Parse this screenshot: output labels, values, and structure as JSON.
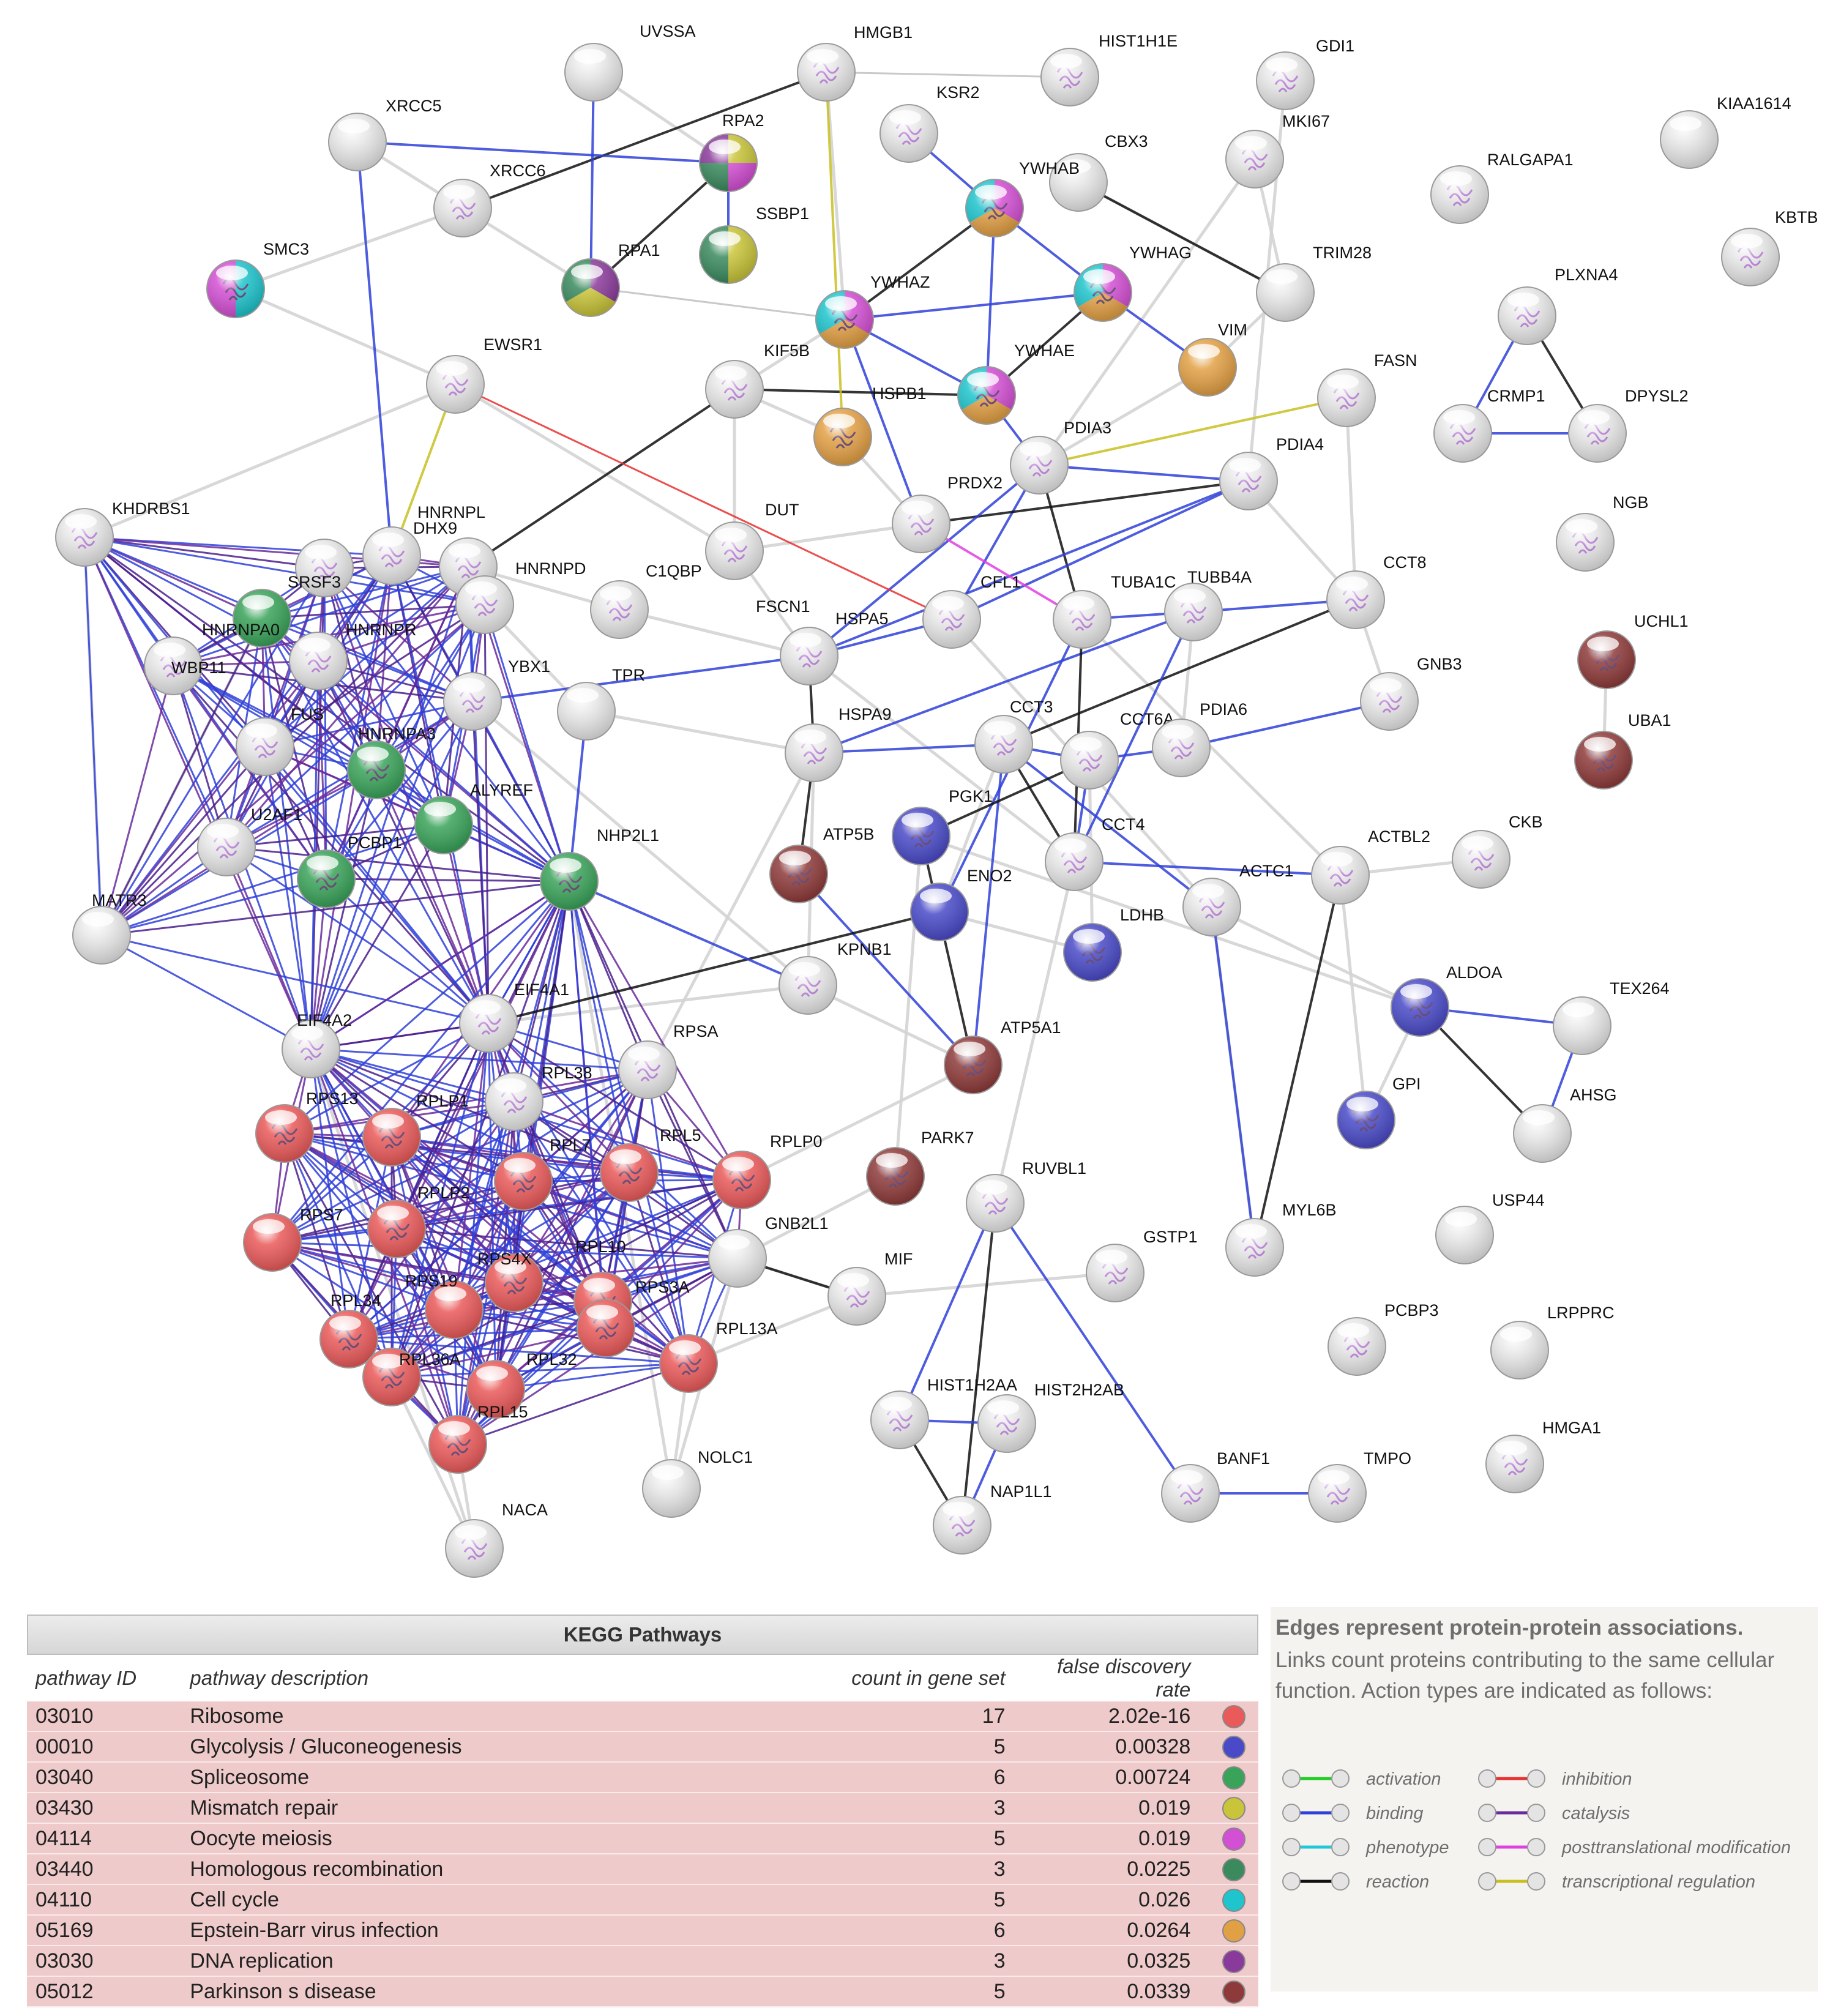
{
  "network": {
    "proteins": [
      {
        "id": "UVSSA",
        "color": "white",
        "dot": "plain"
      },
      {
        "id": "HMGB1",
        "color": "white",
        "dot": "struct"
      },
      {
        "id": "HIST1H1E",
        "color": "white",
        "dot": "struct"
      },
      {
        "id": "GDI1",
        "color": "white",
        "dot": "struct"
      },
      {
        "id": "KIAA1614",
        "color": "white",
        "dot": "plain"
      },
      {
        "id": "XRCC5",
        "color": "white",
        "dot": "plain"
      },
      {
        "id": "RPA2",
        "color": "mixed",
        "dot": "plain"
      },
      {
        "id": "KSR2",
        "color": "white",
        "dot": "struct"
      },
      {
        "id": "MKI67",
        "color": "white",
        "dot": "struct"
      },
      {
        "id": "RALGAPA1",
        "color": "white",
        "dot": "struct"
      },
      {
        "id": "KBTB",
        "color": "white",
        "dot": "struct"
      },
      {
        "id": "XRCC6",
        "color": "white",
        "dot": "struct"
      },
      {
        "id": "CBX3",
        "color": "white",
        "dot": "plain"
      },
      {
        "id": "YWHAB",
        "color": "mixed",
        "dot": "struct"
      },
      {
        "id": "SSBP1",
        "color": "mixed",
        "dot": "plain"
      },
      {
        "id": "SMC3",
        "color": "mixed",
        "dot": "struct"
      },
      {
        "id": "RPA1",
        "color": "mixed",
        "dot": "plain"
      },
      {
        "id": "YWHAG",
        "color": "mixed",
        "dot": "struct"
      },
      {
        "id": "TRIM28",
        "color": "white",
        "dot": "plain"
      },
      {
        "id": "YWHAZ",
        "color": "mixed",
        "dot": "struct"
      },
      {
        "id": "PLXNA4",
        "color": "white",
        "dot": "struct"
      },
      {
        "id": "EWSR1",
        "color": "white",
        "dot": "struct"
      },
      {
        "id": "VIM",
        "color": "orange",
        "dot": "plain"
      },
      {
        "id": "YWHAE",
        "color": "mixed",
        "dot": "struct"
      },
      {
        "id": "KIF5B",
        "color": "white",
        "dot": "struct"
      },
      {
        "id": "FASN",
        "color": "white",
        "dot": "struct"
      },
      {
        "id": "CRMP1",
        "color": "white",
        "dot": "struct"
      },
      {
        "id": "DPYSL2",
        "color": "white",
        "dot": "struct"
      },
      {
        "id": "HSPB1",
        "color": "orange",
        "dot": "struct"
      },
      {
        "id": "PDIA3",
        "color": "white",
        "dot": "struct"
      },
      {
        "id": "PDIA4",
        "color": "white",
        "dot": "struct"
      },
      {
        "id": "KHDRBS1",
        "color": "white",
        "dot": "struct"
      },
      {
        "id": "HNRNPL",
        "color": "white",
        "dot": "struct"
      },
      {
        "id": "PRDX2",
        "color": "white",
        "dot": "struct"
      },
      {
        "id": "DHX9",
        "color": "white",
        "dot": "struct"
      },
      {
        "id": "DUT",
        "color": "white",
        "dot": "struct"
      },
      {
        "id": "NGB",
        "color": "white",
        "dot": "struct"
      },
      {
        "id": "SRSF3",
        "color": "white",
        "dot": "struct"
      },
      {
        "id": "HNRNPD",
        "color": "white",
        "dot": "struct"
      },
      {
        "id": "C1QBP",
        "color": "white",
        "dot": "struct"
      },
      {
        "id": "CFL1",
        "color": "white",
        "dot": "struct"
      },
      {
        "id": "TUBA1C",
        "color": "white",
        "dot": "struct"
      },
      {
        "id": "TUBB4A",
        "color": "white",
        "dot": "struct"
      },
      {
        "id": "CCT8",
        "color": "white",
        "dot": "struct"
      },
      {
        "id": "HNRNPA0",
        "color": "green",
        "dot": "plain"
      },
      {
        "id": "HNRNPR",
        "color": "white",
        "dot": "struct"
      },
      {
        "id": "FSCN1",
        "color": "white",
        "dot": "struct"
      },
      {
        "id": "HSPA5",
        "color": "white",
        "dot": "struct"
      },
      {
        "id": "UCHL1",
        "color": "maroon",
        "dot": "struct"
      },
      {
        "id": "WBP11",
        "color": "white",
        "dot": "struct"
      },
      {
        "id": "YBX1",
        "color": "white",
        "dot": "struct"
      },
      {
        "id": "TPR",
        "color": "white",
        "dot": "plain"
      },
      {
        "id": "GNB3",
        "color": "white",
        "dot": "struct"
      },
      {
        "id": "FUS",
        "color": "white",
        "dot": "struct"
      },
      {
        "id": "HNRNPA3",
        "color": "green",
        "dot": "struct"
      },
      {
        "id": "HSPA9",
        "color": "white",
        "dot": "struct"
      },
      {
        "id": "CCT3",
        "color": "white",
        "dot": "struct"
      },
      {
        "id": "CCT6A",
        "color": "white",
        "dot": "struct"
      },
      {
        "id": "PDIA6",
        "color": "white",
        "dot": "struct"
      },
      {
        "id": "UBA1",
        "color": "maroon",
        "dot": "struct"
      },
      {
        "id": "ALYREF",
        "color": "green",
        "dot": "plain"
      },
      {
        "id": "U2AF1",
        "color": "white",
        "dot": "struct"
      },
      {
        "id": "PCBP1",
        "color": "green",
        "dot": "struct"
      },
      {
        "id": "NHP2L1",
        "color": "green",
        "dot": "struct"
      },
      {
        "id": "ATP5B",
        "color": "maroon",
        "dot": "struct"
      },
      {
        "id": "PGK1",
        "color": "blue",
        "dot": "struct"
      },
      {
        "id": "CCT4",
        "color": "white",
        "dot": "struct"
      },
      {
        "id": "ACTBL2",
        "color": "white",
        "dot": "struct"
      },
      {
        "id": "CKB",
        "color": "white",
        "dot": "struct"
      },
      {
        "id": "MATR3",
        "color": "white",
        "dot": "plain"
      },
      {
        "id": "ENO2",
        "color": "blue",
        "dot": "plain"
      },
      {
        "id": "ACTC1",
        "color": "white",
        "dot": "struct"
      },
      {
        "id": "LDHB",
        "color": "blue",
        "dot": "struct"
      },
      {
        "id": "KPNB1",
        "color": "white",
        "dot": "struct"
      },
      {
        "id": "EIF4A2",
        "color": "white",
        "dot": "struct"
      },
      {
        "id": "EIF4A1",
        "color": "white",
        "dot": "struct"
      },
      {
        "id": "ALDOA",
        "color": "blue",
        "dot": "struct"
      },
      {
        "id": "TEX264",
        "color": "white",
        "dot": "plain"
      },
      {
        "id": "ATP5A1",
        "color": "maroon",
        "dot": "struct"
      },
      {
        "id": "RPSA",
        "color": "white",
        "dot": "struct"
      },
      {
        "id": "RPL38",
        "color": "white",
        "dot": "struct"
      },
      {
        "id": "RPS13",
        "color": "red",
        "dot": "struct"
      },
      {
        "id": "RPLP1",
        "color": "red",
        "dot": "struct"
      },
      {
        "id": "GPI",
        "color": "blue",
        "dot": "struct"
      },
      {
        "id": "AHSG",
        "color": "white",
        "dot": "plain"
      },
      {
        "id": "RPL7",
        "color": "red",
        "dot": "struct"
      },
      {
        "id": "RPL5",
        "color": "red",
        "dot": "struct"
      },
      {
        "id": "RPLP0",
        "color": "red",
        "dot": "struct"
      },
      {
        "id": "PARK7",
        "color": "maroon",
        "dot": "struct"
      },
      {
        "id": "RUVBL1",
        "color": "white",
        "dot": "struct"
      },
      {
        "id": "RPS7",
        "color": "red",
        "dot": "plain"
      },
      {
        "id": "RPLP2",
        "color": "red",
        "dot": "struct"
      },
      {
        "id": "GNB2L1",
        "color": "white",
        "dot": "plain"
      },
      {
        "id": "USP44",
        "color": "white",
        "dot": "plain"
      },
      {
        "id": "MYL6B",
        "color": "white",
        "dot": "struct"
      },
      {
        "id": "RPS4X",
        "color": "red",
        "dot": "struct"
      },
      {
        "id": "RPL10",
        "color": "red",
        "dot": "struct"
      },
      {
        "id": "GSTP1",
        "color": "white",
        "dot": "struct"
      },
      {
        "id": "MIF",
        "color": "white",
        "dot": "struct"
      },
      {
        "id": "RPS19",
        "color": "red",
        "dot": "plain"
      },
      {
        "id": "RPS3A",
        "color": "red",
        "dot": "struct"
      },
      {
        "id": "RPL34",
        "color": "red",
        "dot": "struct"
      },
      {
        "id": "RPL13A",
        "color": "red",
        "dot": "struct"
      },
      {
        "id": "PCBP3",
        "color": "white",
        "dot": "struct"
      },
      {
        "id": "LRPPRC",
        "color": "white",
        "dot": "plain"
      },
      {
        "id": "RPL36A",
        "color": "red",
        "dot": "struct"
      },
      {
        "id": "RPL32",
        "color": "red",
        "dot": "plain"
      },
      {
        "id": "HIST1H2AA",
        "color": "white",
        "dot": "struct"
      },
      {
        "id": "HIST2H2AB",
        "color": "white",
        "dot": "struct"
      },
      {
        "id": "RPL15",
        "color": "red",
        "dot": "struct"
      },
      {
        "id": "HMGA1",
        "color": "white",
        "dot": "struct"
      },
      {
        "id": "NOLC1",
        "color": "white",
        "dot": "plain"
      },
      {
        "id": "BANF1",
        "color": "white",
        "dot": "struct"
      },
      {
        "id": "TMPO",
        "color": "white",
        "dot": "struct"
      },
      {
        "id": "NAP1L1",
        "color": "white",
        "dot": "struct"
      },
      {
        "id": "NACA",
        "color": "white",
        "dot": "struct"
      }
    ],
    "node_colors": {
      "white": "#e8e8e8",
      "red": "#ea5a5a",
      "green": "#3aa35a",
      "blue": "#4a4ac8",
      "orange": "#e2a045",
      "maroon": "#8e3a3a",
      "yellow": "#c9c43a",
      "magenta": "#d34fd3",
      "cyan": "#1fc4cc",
      "darkgreen": "#3a8a5e",
      "purple": "#8a3a9a"
    }
  },
  "kegg": {
    "title": "KEGG Pathways",
    "columns": [
      "pathway ID",
      "pathway description",
      "count in gene set",
      "false discovery rate"
    ],
    "rows": [
      {
        "id": "03010",
        "description": "Ribosome",
        "count": "17",
        "fdr": "2.02e-16",
        "color": "#ea5a5a"
      },
      {
        "id": "00010",
        "description": "Glycolysis / Gluconeogenesis",
        "count": "5",
        "fdr": "0.00328",
        "color": "#4a4ac8"
      },
      {
        "id": "03040",
        "description": "Spliceosome",
        "count": "6",
        "fdr": "0.00724",
        "color": "#3aa35a"
      },
      {
        "id": "03430",
        "description": "Mismatch repair",
        "count": "3",
        "fdr": "0.019",
        "color": "#c9c43a"
      },
      {
        "id": "04114",
        "description": "Oocyte meiosis",
        "count": "5",
        "fdr": "0.019",
        "color": "#d34fd3"
      },
      {
        "id": "03440",
        "description": "Homologous recombination",
        "count": "3",
        "fdr": "0.0225",
        "color": "#3a8a5e"
      },
      {
        "id": "04110",
        "description": "Cell cycle",
        "count": "5",
        "fdr": "0.026",
        "color": "#1fc4cc"
      },
      {
        "id": "05169",
        "description": "Epstein-Barr virus infection",
        "count": "6",
        "fdr": "0.0264",
        "color": "#e2a045"
      },
      {
        "id": "03030",
        "description": "DNA replication",
        "count": "3",
        "fdr": "0.0325",
        "color": "#8a3a9a"
      },
      {
        "id": "05012",
        "description": "Parkinson s disease",
        "count": "5",
        "fdr": "0.0339",
        "color": "#8e3a3a"
      }
    ]
  },
  "legend": {
    "title": "Edges represent protein-protein associations.",
    "description": "Links count proteins contributing to the same cellular function. Action types are indicated as follows:",
    "edge_types": [
      {
        "label": "activation",
        "color": "#22cc22"
      },
      {
        "label": "inhibition",
        "color": "#e83030"
      },
      {
        "label": "binding",
        "color": "#2f3fd8"
      },
      {
        "label": "catalysis",
        "color": "#6a2c9c"
      },
      {
        "label": "phenotype",
        "color": "#20c8d8"
      },
      {
        "label": "posttranslational modification",
        "color": "#e040e0"
      },
      {
        "label": "reaction",
        "color": "#111111"
      },
      {
        "label": "transcriptional regulation",
        "color": "#c8c020"
      }
    ]
  }
}
